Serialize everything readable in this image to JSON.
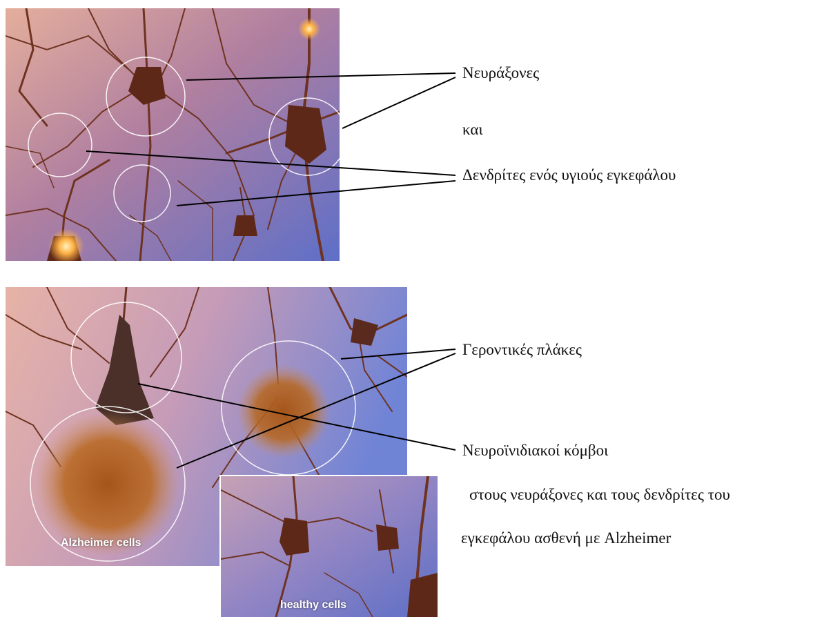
{
  "top_labels": {
    "axons": "Νευράξονες",
    "and": "και",
    "dendrites": "Δενδρίτες ενός υγιούς εγκεφάλου"
  },
  "bottom_labels": {
    "plaques": "Γεροντικές πλάκες",
    "tangles": "Νευροϊνιδιακοί κόμβοι",
    "tangles_line2": "στους νευράξονες και τους δενδρίτες του",
    "tangles_line3": "εγκεφάλου ασθενή με Alzheimer"
  },
  "image_captions": {
    "alzheimer": "Alzheimer cells",
    "healthy": "healthy cells"
  },
  "colors": {
    "neuron": "#7a3a22",
    "glow": "#ffb347",
    "plaque": "#b8671e",
    "background_top_left": "#d9a393",
    "background_right": "#6f7fd0",
    "label_text": "#111111"
  }
}
